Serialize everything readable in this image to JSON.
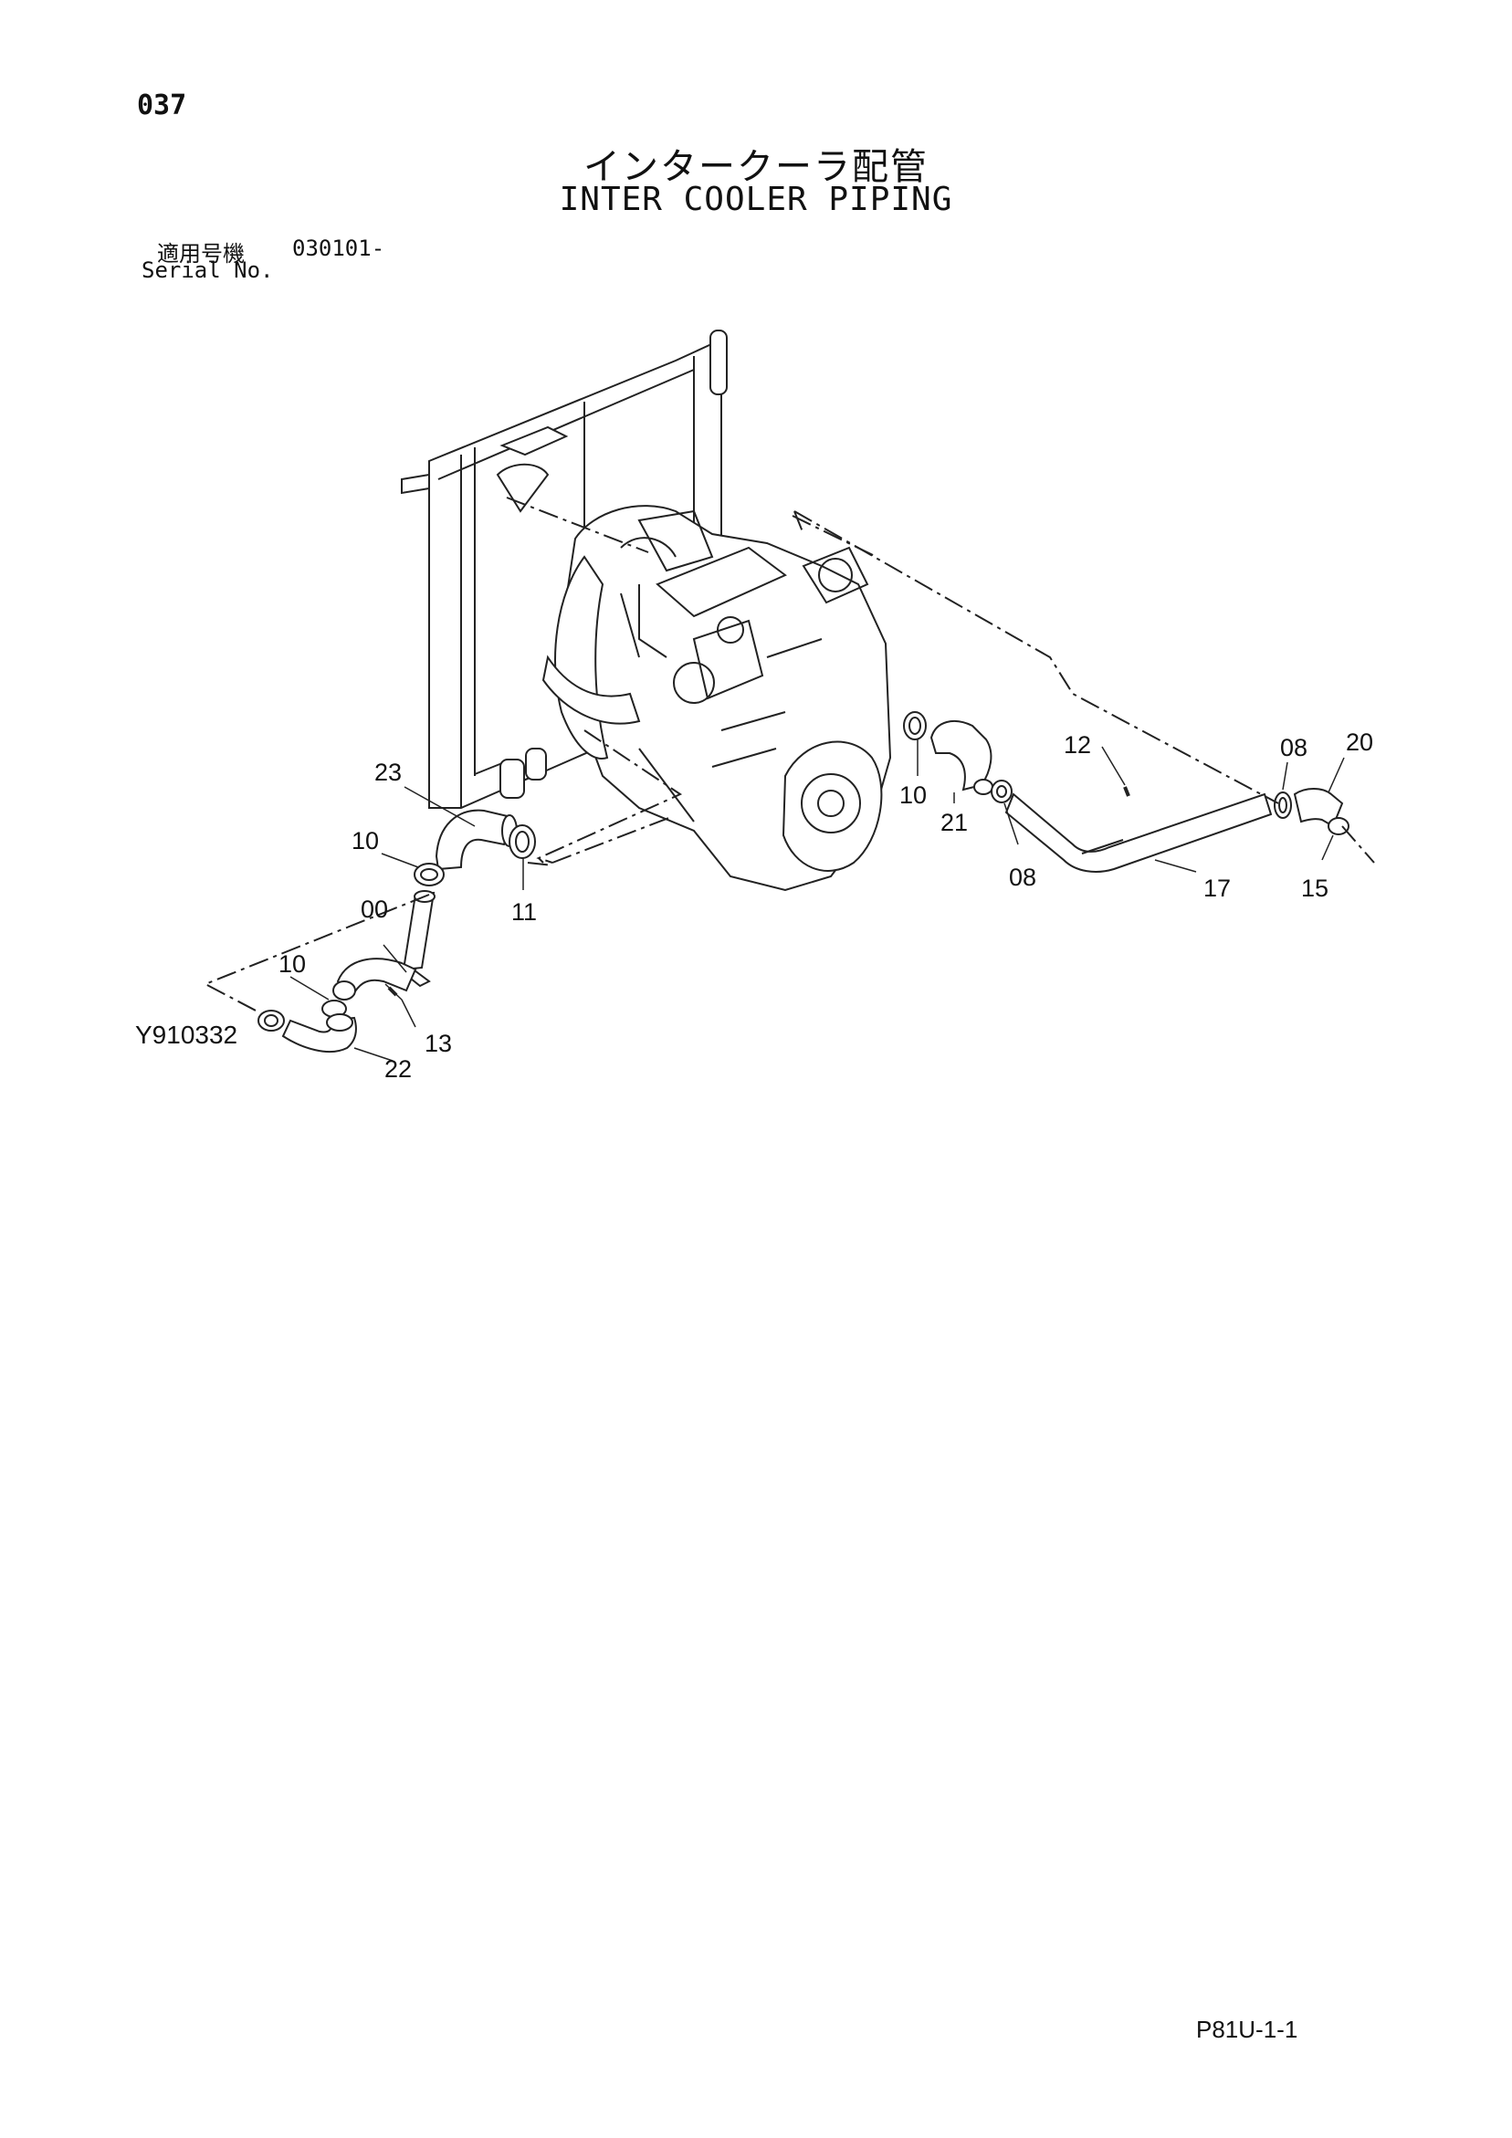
{
  "header": {
    "page_number": "037",
    "title_jp": "インタークーラ配管",
    "title_en": "INTER COOLER PIPING",
    "serial_label_jp": "適用号機",
    "serial_range": "030101-",
    "serial_label_en": "Serial No."
  },
  "callouts": [
    {
      "id": "c23",
      "text": "23"
    },
    {
      "id": "c10a",
      "text": "10"
    },
    {
      "id": "c00",
      "text": "00"
    },
    {
      "id": "c10b",
      "text": "10"
    },
    {
      "id": "c13",
      "text": "13"
    },
    {
      "id": "c22",
      "text": "22"
    },
    {
      "id": "c11",
      "text": "11"
    },
    {
      "id": "c10c",
      "text": "10"
    },
    {
      "id": "c21",
      "text": "21"
    },
    {
      "id": "c08a",
      "text": "08"
    },
    {
      "id": "c12",
      "text": "12"
    },
    {
      "id": "c17",
      "text": "17"
    },
    {
      "id": "c08b",
      "text": "08"
    },
    {
      "id": "c20",
      "text": "20"
    },
    {
      "id": "c15",
      "text": "15"
    }
  ],
  "figure_id": "Y910332",
  "page_code": "P81U-1-1"
}
